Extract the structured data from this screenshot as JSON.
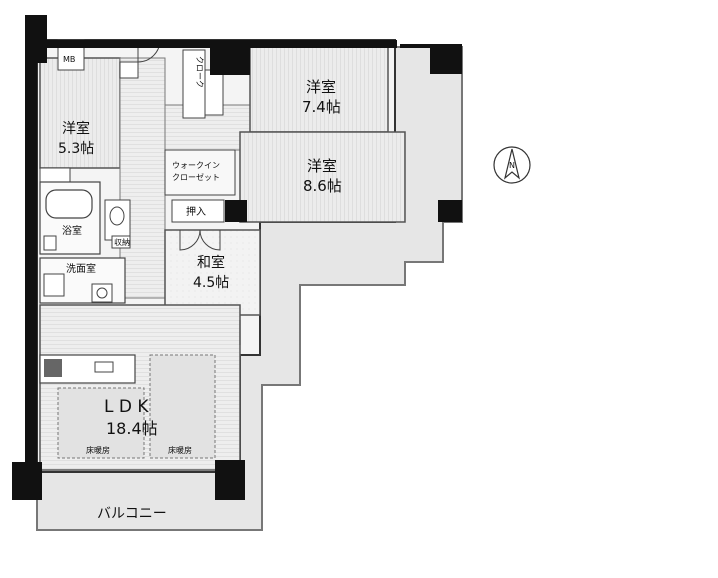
{
  "rooms": {
    "western_room_a": {
      "name": "洋室",
      "size": "5.3帖"
    },
    "western_room_b": {
      "name": "洋室",
      "size": "7.4帖"
    },
    "western_room_c": {
      "name": "洋室",
      "size": "8.6帖"
    },
    "japanese_room": {
      "name": "和室",
      "size": "4.5帖"
    },
    "ldk": {
      "name": "L D K",
      "size": "18.4帖"
    }
  },
  "labels": {
    "mb": "MB",
    "closet": "クローク",
    "walk_in_closet_line1": "ウォークイン",
    "walk_in_closet_line2": "クローゼット",
    "oshiire": "押入",
    "bath": "浴室",
    "washroom": "洗面室",
    "storage": "収納",
    "balcony": "バルコニー",
    "floor_heating_left": "床暖房",
    "floor_heating_right": "床暖房"
  },
  "compass": {
    "letter": "N"
  }
}
